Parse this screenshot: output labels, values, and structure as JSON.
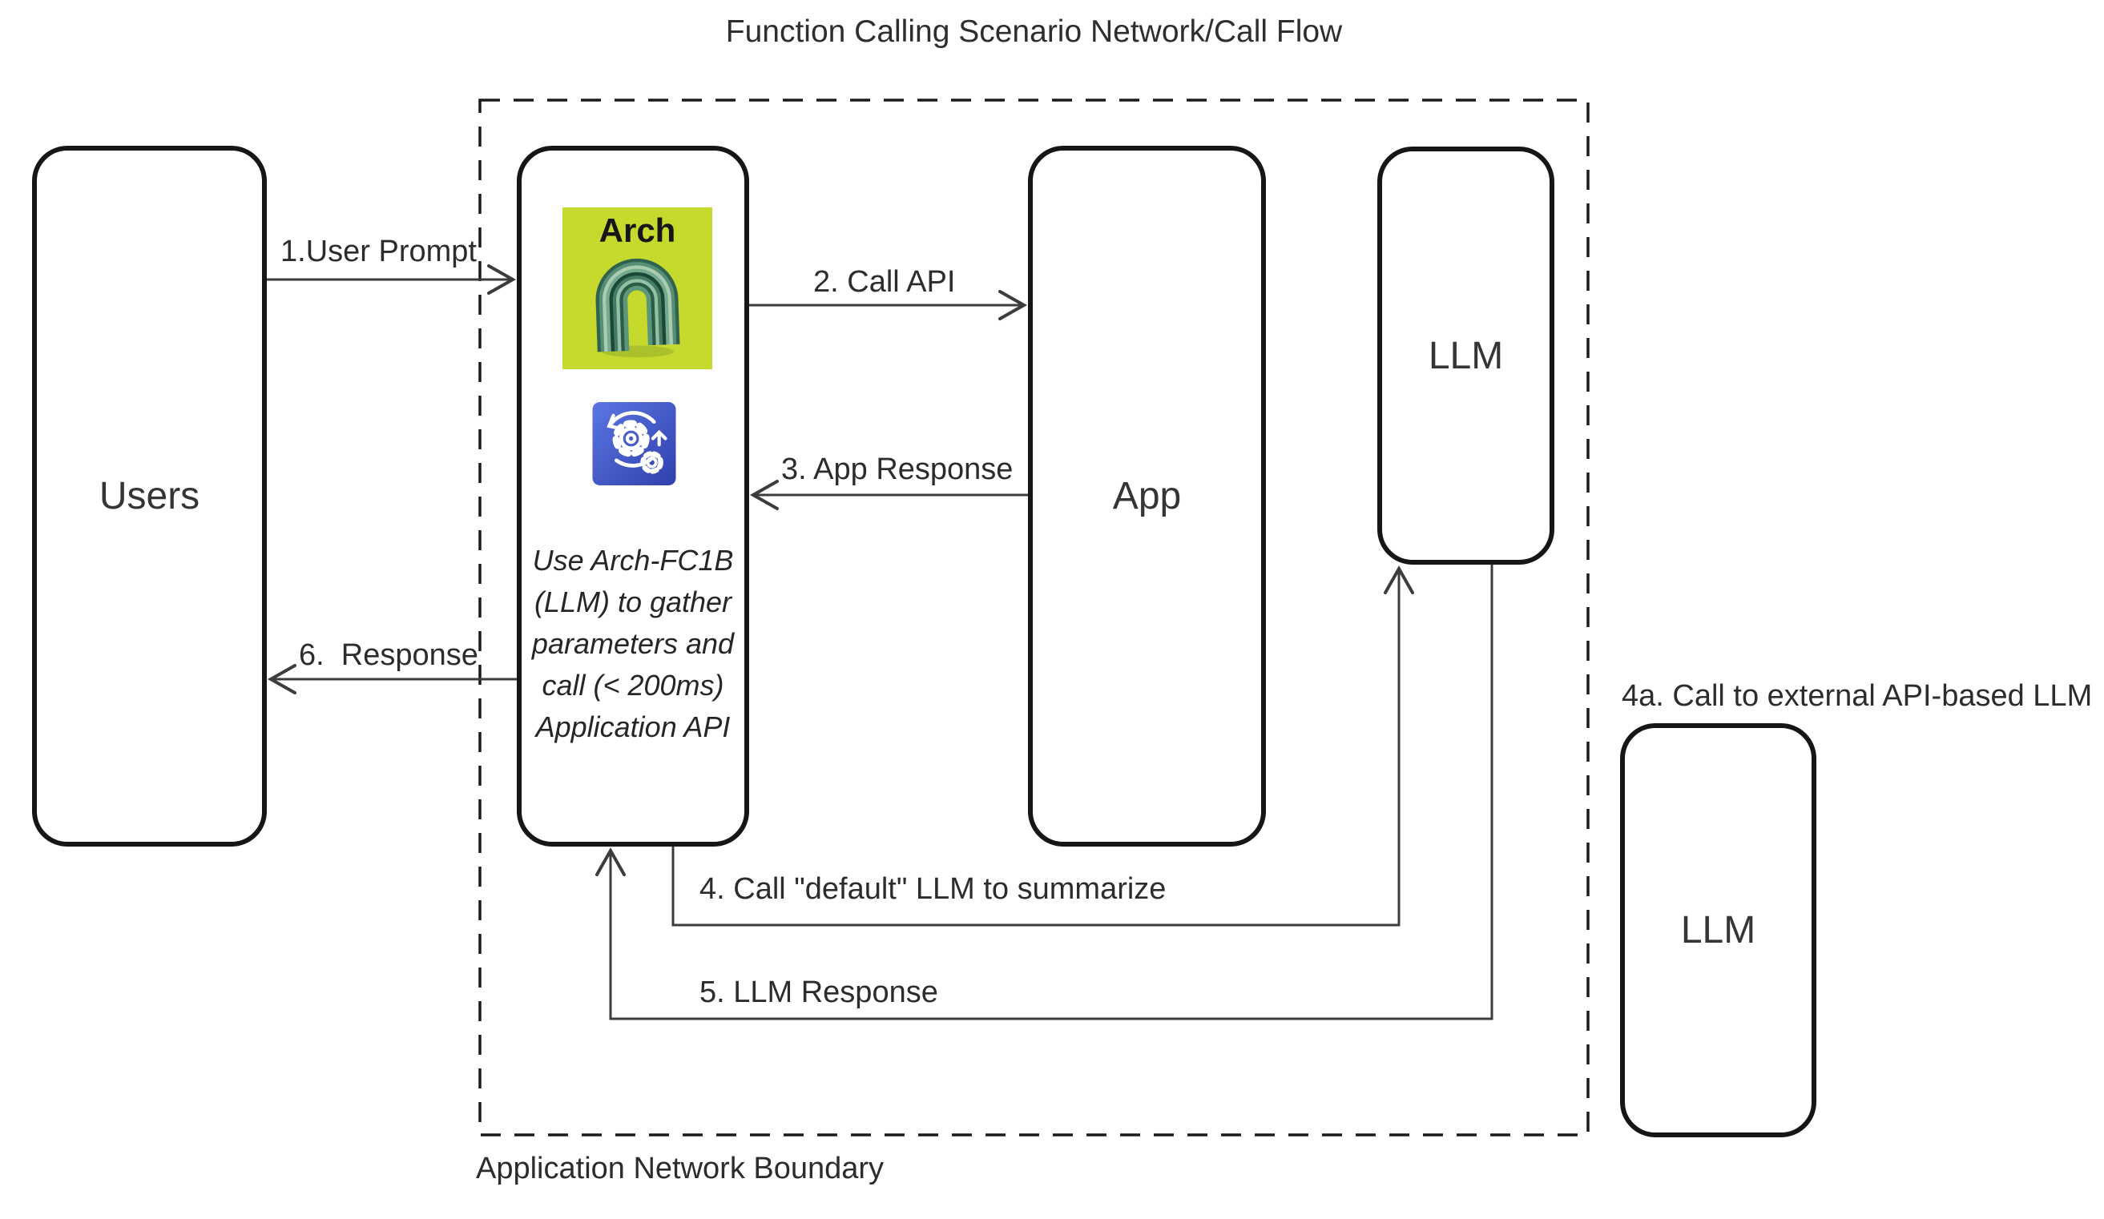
{
  "title": "Function Calling Scenario Network/Call Flow",
  "boundary": {
    "label": "Application Network Boundary"
  },
  "nodes": {
    "users": {
      "label": "Users"
    },
    "arch": {
      "logo_label": "Arch",
      "description_lines": [
        "Use Arch-FC1B",
        "(LLM) to gather",
        "parameters and",
        "call (< 200ms)",
        "Application API"
      ]
    },
    "app": {
      "label": "App"
    },
    "llm_internal": {
      "label": "LLM"
    },
    "llm_external": {
      "label": "LLM",
      "caption": "4a. Call to external API-based LLM"
    }
  },
  "flows": {
    "f1": "1.User Prompt",
    "f2": "2. Call API",
    "f3": "3. App Response",
    "f4": "4. Call \"default\" LLM to summarize",
    "f5": "5. LLM Response",
    "f6": "6.  Response"
  },
  "icons": {
    "arch_logo": "arch-ribbons-icon",
    "gears": "gears-sync-icon"
  },
  "colors": {
    "arch_logo_background": "#c5da2d",
    "gear_icon_gradient_start": "#5b76e3",
    "gear_icon_gradient_end": "#3040ad",
    "node_border": "#161616",
    "wire": "#3c3c3c",
    "text": "#2c2c2c"
  }
}
